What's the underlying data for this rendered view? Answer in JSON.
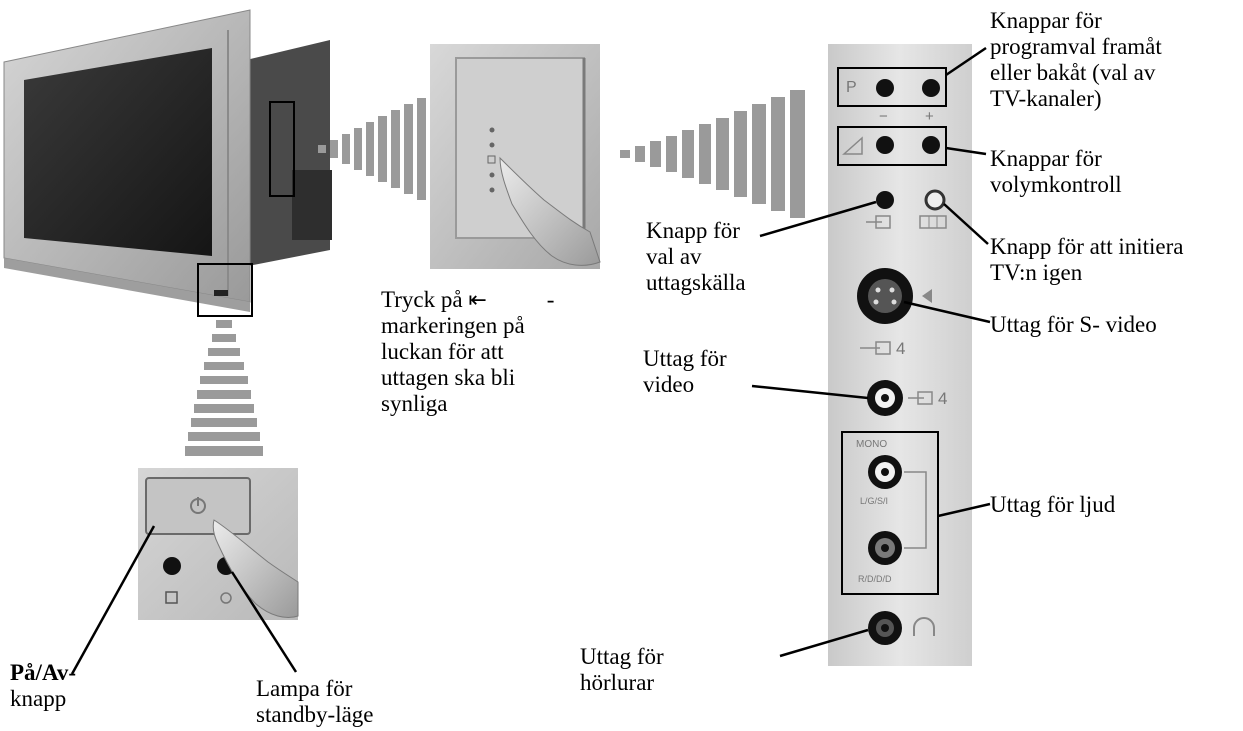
{
  "labels": {
    "channel_buttons": "Knappar för\nprogramval framåt\neller bakåt (val av\nTV-kanaler)",
    "volume_buttons": "Knappar för\nvolymkontroll",
    "input_select": "Knapp för\nval av\nuttagskälla",
    "reset_button": "Knapp för att initiera\nTV:n igen",
    "svideo": "Uttag för S- video",
    "video": "Uttag för\nvideo",
    "audio": "Uttag för ljud",
    "headphones": "Uttag för\nhörlurar",
    "door_prefix": "Tryck på",
    "door_icon": "⇤",
    "door_dash": "-",
    "door_rest": "markeringen på\nluckan för att\nuttagen ska bli\nsynliga",
    "power_bold": "På/Av",
    "power_tail": "-",
    "power_line2": "knapp",
    "standby": "Lampa för\nstandby-läge"
  },
  "panel": {
    "channel_letter": "P",
    "minus": "−",
    "plus": "+",
    "svideo_num": "4",
    "video_num": "4",
    "mono": "MONO",
    "left_channel": "L/G/S/I",
    "right_channel": "R/D/D/D"
  }
}
